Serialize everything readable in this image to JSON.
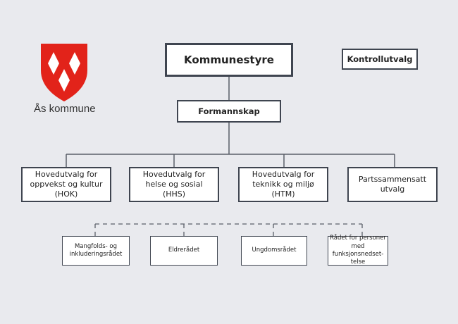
{
  "logo": {
    "name": "Ås kommune",
    "color": "#e2231a"
  },
  "top": {
    "council": "Kommunestyre",
    "control": "Kontrollutvalg",
    "executive": "Formannskap"
  },
  "committees": [
    "Hovedutvalg for oppvekst og kultur (HOK)",
    "Hovedutvalg for helse og sosial (HHS)",
    "Hovedutvalg for teknikk og miljø (HTM)",
    "Partssammensatt utvalg"
  ],
  "councils": [
    "Mangfolds- og inkluderingsrådet",
    "Eldrerådet",
    "Ungdomsrådet",
    "Rådet for personer med funksjonsnedset-telse"
  ]
}
